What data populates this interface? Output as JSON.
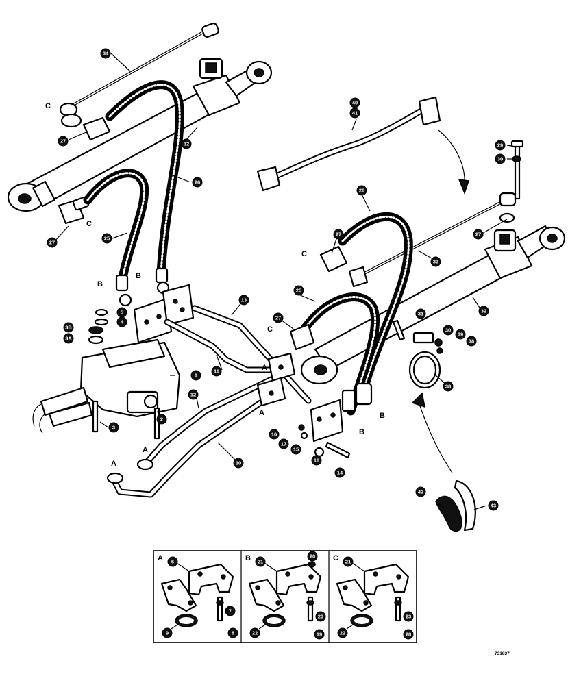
{
  "drawing": {
    "reference_number": "731837",
    "callouts": {
      "c34": "34",
      "c27a": "27",
      "c32a": "32",
      "c26a": "26",
      "c27b": "27",
      "c25a": "25",
      "c40": "40",
      "c41": "41",
      "c29": "29",
      "c30": "30",
      "c26b": "26",
      "c33": "33",
      "c27c": "27",
      "c32b": "32",
      "c27d": "27",
      "c25b": "25",
      "c5": "5",
      "c4": "4",
      "c3b": "3B",
      "c3a": "3A",
      "c1": "1",
      "c3": "3",
      "c2": "2",
      "c13": "13",
      "c11": "11",
      "c12": "12",
      "c10": "10",
      "c31": "31",
      "c30b": "30",
      "c39": "39",
      "c38a": "38",
      "c38b": "38",
      "c16": "16",
      "c17": "17",
      "c15": "15",
      "c18": "18",
      "c14": "14",
      "c42": "42",
      "c43": "43"
    },
    "letters": {
      "c_top": "C",
      "c_left": "C",
      "c_right": "C",
      "c_mid": "C",
      "b1": "B",
      "b2": "B",
      "b3": "B",
      "b4": "B",
      "a1": "A",
      "a2": "A",
      "a3": "A",
      "a4": "A"
    }
  },
  "insets": [
    {
      "letter": "A",
      "callouts": [
        "6",
        "7",
        "8",
        "9"
      ]
    },
    {
      "letter": "B",
      "callouts": [
        "21",
        "20",
        "22",
        "23",
        "19"
      ]
    },
    {
      "letter": "C",
      "callouts": [
        "21",
        "22",
        "23",
        "28"
      ]
    }
  ]
}
